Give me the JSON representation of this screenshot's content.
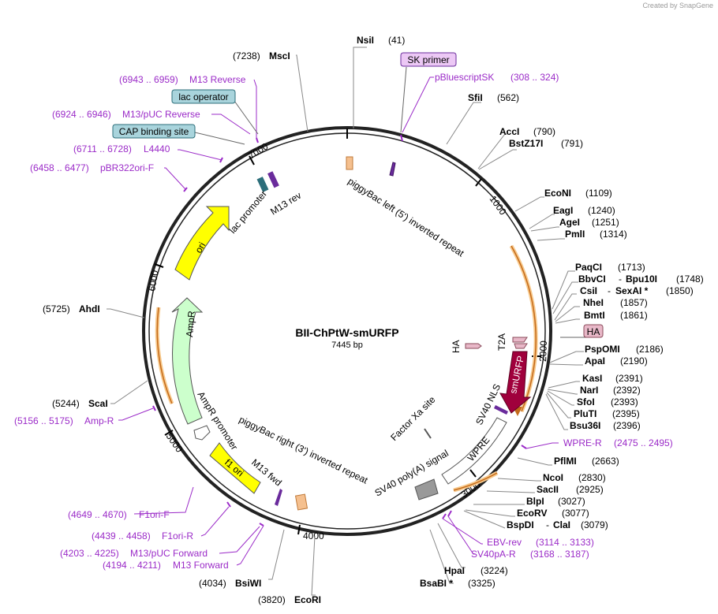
{
  "credit": "Created by SnapGene",
  "plasmid": {
    "name": "BII-ChPtW-smURFP",
    "size": "7445 bp"
  },
  "ticks": [
    "1000",
    "2000",
    "3000",
    "4000",
    "5000",
    "6000",
    "7000"
  ],
  "enzymes": {
    "NsiI": {
      "name": "NsiI",
      "pos": "(41)"
    },
    "SfiI": {
      "name": "SfiI",
      "pos": "(562)"
    },
    "AccI": {
      "name": "AccI",
      "pos": "(790)"
    },
    "BstZ17I": {
      "name": "BstZ17I",
      "pos": "(791)"
    },
    "EcoNI": {
      "name": "EcoNI",
      "pos": "(1109)"
    },
    "EagI": {
      "name": "EagI",
      "pos": "(1240)"
    },
    "AgeI": {
      "name": "AgeI",
      "pos": "(1251)"
    },
    "PmlI": {
      "name": "PmlI",
      "pos": "(1314)"
    },
    "PaqCI": {
      "name": "PaqCI",
      "pos": "(1713)"
    },
    "BbvCI": {
      "name": "BbvCI",
      "name2": "Bpu10I",
      "pos": "(1748)"
    },
    "CsiI": {
      "name": "CsiI",
      "name2": "SexAI *",
      "pos": "(1850)"
    },
    "NheI": {
      "name": "NheI",
      "pos": "(1857)"
    },
    "BmtI": {
      "name": "BmtI",
      "pos": "(1861)"
    },
    "PspOMI": {
      "name": "PspOMI",
      "pos": "(2186)"
    },
    "ApaI": {
      "name": "ApaI",
      "pos": "(2190)"
    },
    "KasI": {
      "name": "KasI",
      "pos": "(2391)"
    },
    "NarI": {
      "name": "NarI",
      "pos": "(2392)"
    },
    "SfoI": {
      "name": "SfoI",
      "pos": "(2393)"
    },
    "PluTI": {
      "name": "PluTI",
      "pos": "(2395)"
    },
    "Bsu36I": {
      "name": "Bsu36I",
      "pos": "(2396)"
    },
    "PflMI": {
      "name": "PflMI",
      "pos": "(2663)"
    },
    "NcoI": {
      "name": "NcoI",
      "pos": "(2830)"
    },
    "SacII": {
      "name": "SacII",
      "pos": "(2925)"
    },
    "BlpI": {
      "name": "BlpI",
      "pos": "(3027)"
    },
    "EcoRV": {
      "name": "EcoRV",
      "pos": "(3077)"
    },
    "BspDI": {
      "name": "BspDI",
      "name2": "ClaI",
      "pos": "(3079)"
    },
    "HpaI": {
      "name": "HpaI",
      "pos": "(3224)"
    },
    "BsaBI": {
      "name": "BsaBI *",
      "pos": "(3325)"
    },
    "EcoRI": {
      "name": "EcoRI",
      "pos": "(3820)"
    },
    "BsiWI": {
      "name": "BsiWI",
      "pos": "(4034)"
    },
    "ScaI": {
      "name": "ScaI",
      "pos": "(5244)"
    },
    "AhdI": {
      "name": "AhdI",
      "pos": "(5725)"
    },
    "MscI": {
      "name": "MscI",
      "pos": "(7238)"
    }
  },
  "primers": {
    "pBluescriptSK": {
      "name": "pBluescriptSK",
      "pos": "(308 .. 324)"
    },
    "WPRE_R": {
      "name": "WPRE-R",
      "pos": "(2475 .. 2495)"
    },
    "EBV_rev": {
      "name": "EBV-rev",
      "pos": "(3114 .. 3133)"
    },
    "SV40pA_R": {
      "name": "SV40pA-R",
      "pos": "(3168 .. 3187)"
    },
    "F1ori_F": {
      "name": "F1ori-F",
      "pos": "(4649 .. 4670)"
    },
    "F1ori_R": {
      "name": "F1ori-R",
      "pos": "(4439 .. 4458)"
    },
    "M13_pUC_Forward": {
      "name": "M13/pUC Forward",
      "pos": "(4203 .. 4225)"
    },
    "M13_Forward": {
      "name": "M13 Forward",
      "pos": "(4194 .. 4211)"
    },
    "Amp_R": {
      "name": "Amp-R",
      "pos": "(5156 .. 5175)"
    },
    "pBR322ori_F": {
      "name": "pBR322ori-F",
      "pos": "(6458 .. 6477)"
    },
    "L4440": {
      "name": "L4440",
      "pos": "(6711 .. 6728)"
    },
    "M13_pUC_Reverse": {
      "name": "M13/pUC Reverse",
      "pos": "(6924 .. 6946)"
    },
    "M13_Reverse": {
      "name": "M13 Reverse",
      "pos": "(6943 .. 6959)"
    }
  },
  "boxes": {
    "sk_primer": "SK primer",
    "lac_operator": "lac operator",
    "cap_site": "CAP binding site",
    "ha": "HA"
  },
  "features": {
    "piggybac_left": "piggyBac left (5') inverted repeat",
    "piggybac_right": "piggyBac right (3') inverted repeat",
    "lac_promoter": "lac promoter",
    "m13_rev": "M13 rev",
    "m13_fwd": "M13 fwd",
    "ori": "ori",
    "ampr": "AmpR",
    "ampr_promoter": "AmpR promoter",
    "f1_ori": "f1 ori",
    "ha": "HA",
    "t2a": "T2A",
    "smurfp": "smURFP",
    "sv40_nls": "SV40 NLS",
    "wpre": "WPRE",
    "factor_xa": "Factor Xa site",
    "sv40_polya": "SV40 poly(A) signal"
  },
  "colors": {
    "primer": "#9b2bc8",
    "ori": "#ffff00",
    "ampr": "#ccffcc",
    "smurfp": "#a0003c",
    "cds_outline": "#e87722",
    "piggybac": "#f5c08f",
    "box_blue": "#a9d4dc",
    "box_pink": "#e8b8c8",
    "box_purple": "#ecc8f5"
  }
}
